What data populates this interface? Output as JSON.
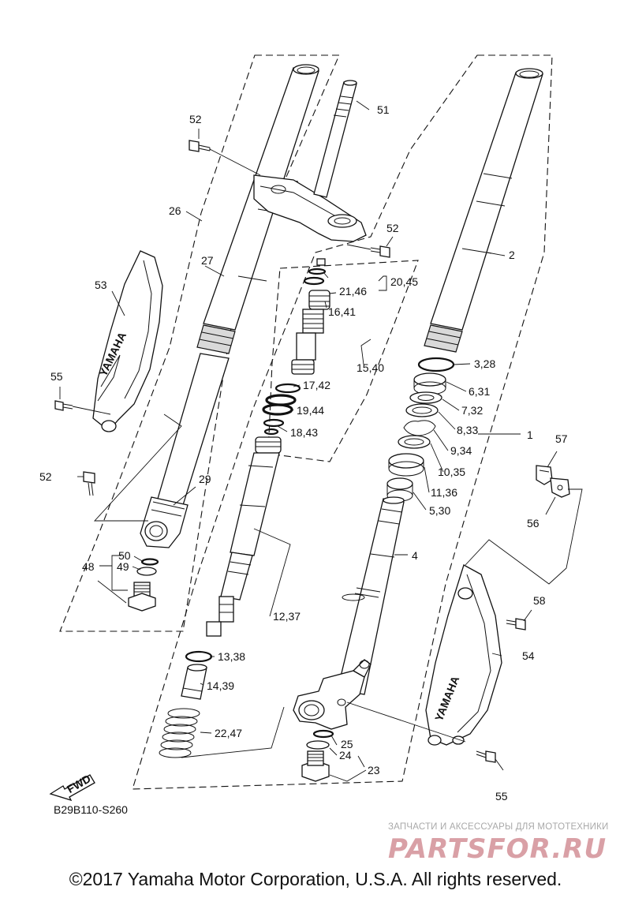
{
  "callouts": {
    "c1": "1",
    "c2": "2",
    "c4": "4",
    "c3_28": "3,28",
    "c6_31": "6,31",
    "c7_32": "7,32",
    "c8_33": "8,33",
    "c9_34": "9,34",
    "c10_35": "10,35",
    "c11_36": "11,36",
    "c5_30": "5,30",
    "c12_37": "12,37",
    "c13_38": "13,38",
    "c14_39": "14,39",
    "c15_40": "15,40",
    "c16_41": "16,41",
    "c17_42": "17,42",
    "c18_43": "18,43",
    "c19_44": "19,44",
    "c20_45": "20,45",
    "c21_46": "21,46",
    "c22_47": "22,47",
    "c23": "23",
    "c24": "24",
    "c25": "25",
    "c26": "26",
    "c27": "27",
    "c29": "29",
    "c48": "48",
    "c49": "49",
    "c50": "50",
    "c51": "51",
    "c52a": "52",
    "c52b": "52",
    "c52c": "52",
    "c53": "53",
    "c54": "54",
    "c55a": "55",
    "c55b": "55",
    "c56": "56",
    "c57": "57",
    "c58": "58"
  },
  "fwd_label": "FWD",
  "diagram_code": "B29B110-S260",
  "fork_guard_text": "YAMAHA",
  "watermark_tagline": "ЗАПЧАСТИ И АКСЕССУАРЫ ДЛЯ МОТОТЕХНИКИ",
  "watermark_logo": "PARTSFOR.RU",
  "copyright": "©2017 Yamaha Motor Corporation, U.S.A. All rights reserved."
}
